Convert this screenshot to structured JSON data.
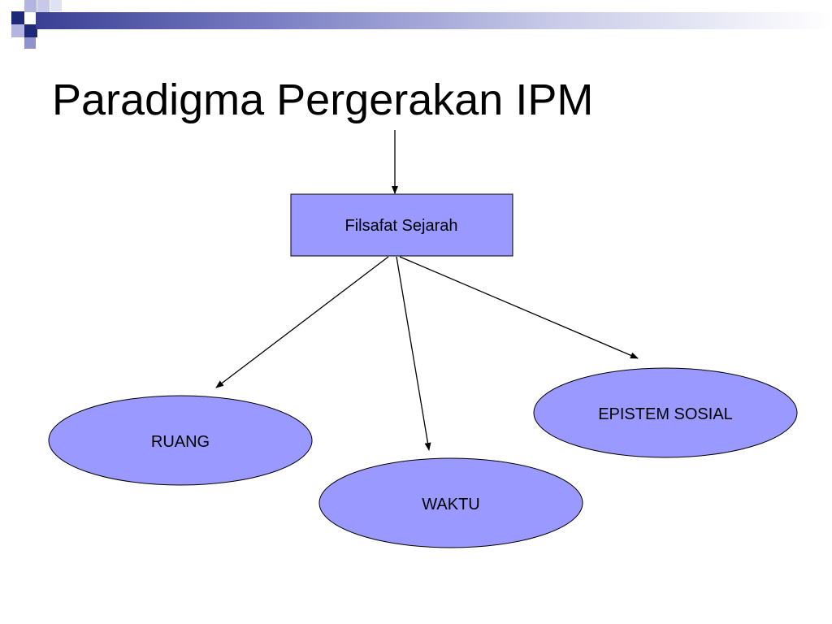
{
  "slide": {
    "title": "Paradigma Pergerakan IPM"
  },
  "diagram": {
    "root": {
      "label": "Filsafat Sejarah"
    },
    "children": [
      {
        "label": "RUANG"
      },
      {
        "label": "WAKTU"
      },
      {
        "label": "EPISTEM SOSIAL"
      }
    ]
  },
  "colors": {
    "node_fill": "#9999ff",
    "deco_dark": "#1e2a78",
    "deco_light": "#a9abdc",
    "stroke": "#000000"
  }
}
